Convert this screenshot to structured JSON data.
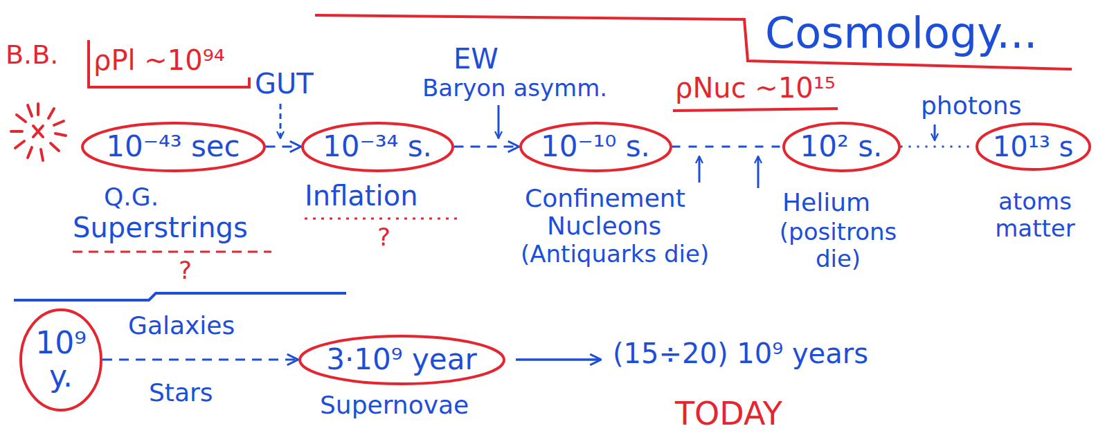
{
  "diagram": {
    "title": "Cosmology...",
    "nodes": [
      {
        "text": [
          "10⁻⁴³ sec"
        ]
      },
      {
        "text": [
          "10⁻³⁴ s."
        ]
      },
      {
        "text": [
          "10⁻¹⁰ s."
        ]
      },
      {
        "text": [
          "10² s."
        ]
      },
      {
        "text": [
          "10¹³ s"
        ]
      },
      {
        "text": [
          "10⁹ y."
        ]
      },
      {
        "text": [
          "3·10⁹ year"
        ]
      }
    ],
    "edges": [
      {
        "from": 0,
        "to": 1,
        "arrow": "to"
      },
      {
        "from": 1,
        "to": 2,
        "arrow": "to"
      },
      {
        "from": 2,
        "to": 3,
        "arrow": "none"
      },
      {
        "from": 3,
        "to": 4,
        "arrow": "none"
      },
      {
        "from": 5,
        "to": 6,
        "arrow": "to"
      }
    ],
    "labels": [
      "B.B.",
      "ρPl ~10⁹⁴",
      "GUT",
      "EW",
      "Baryon asymm.",
      "ρNuc ~10¹⁵",
      "photons",
      "Q.G.",
      "Superstrings",
      "Inflation",
      "Confinement",
      "Helium",
      "atoms matter",
      "Nucleons",
      "(positrons die)",
      "?",
      "?",
      "(Antiquarks die)",
      "Galaxies",
      "Stars",
      "Supernovae",
      "(15÷20) 10⁹ years",
      "TODAY"
    ]
  }
}
